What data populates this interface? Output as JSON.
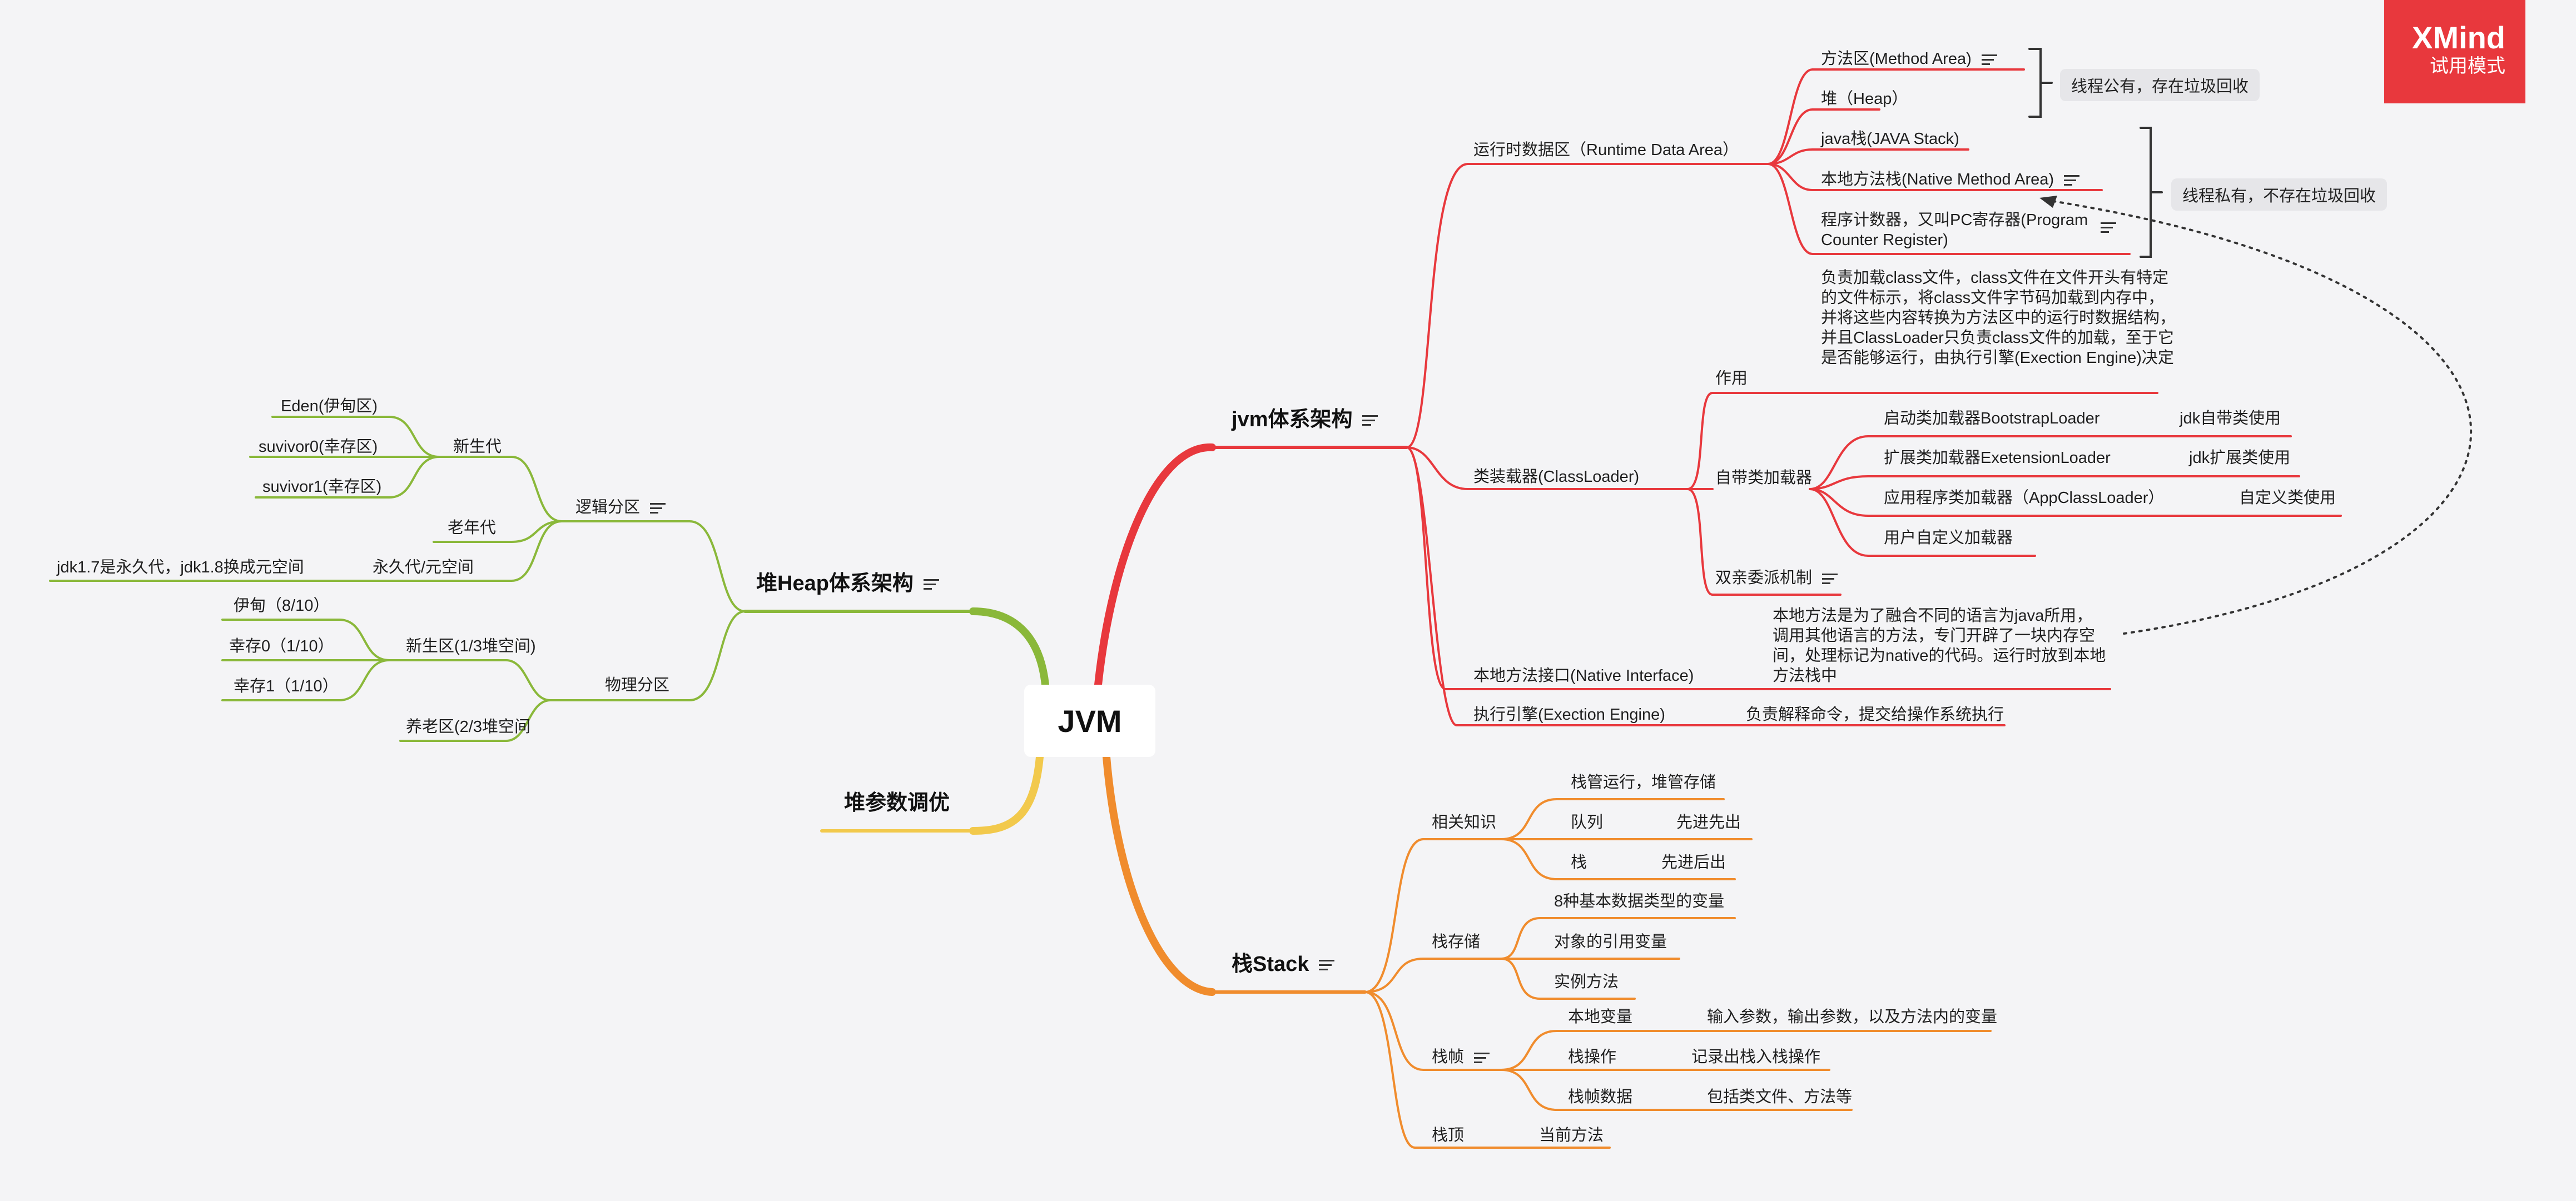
{
  "root": "JVM",
  "colors": {
    "red": "#e8383d",
    "green": "#8ab83a",
    "yellow": "#f2c94c",
    "orange": "#f08c2d"
  },
  "badge": {
    "logo": "XMind",
    "mode": "试用模式"
  },
  "jvm_arch": {
    "label": "jvm体系架构",
    "runtime": {
      "label": "运行时数据区（Runtime Data Area）",
      "items": [
        "方法区(Method Area)",
        "堆（Heap）",
        "java栈(JAVA Stack)",
        "本地方法栈(Native Method Area)",
        "程序计数器，又叫PC寄存器(Program Counter Register)"
      ],
      "shared_callout": "线程公有，存在垃圾回收",
      "private_callout": "线程私有，不存在垃圾回收"
    },
    "classloader": {
      "label": "类装载器(ClassLoader)",
      "role_label": "作用",
      "role_text": "负责加载class文件，class文件在文件开头有特定的文件标示，将class文件字节码加载到内存中，并将这些内容转换为方法区中的运行时数据结构，并且ClassLoader只负责class文件的加载，至于它是否能够运行，由执行引擎(Exection Engine)决定",
      "builtin_label": "自带类加载器",
      "builtin": [
        {
          "name": "启动类加载器BootstrapLoader",
          "desc": "jdk自带类使用"
        },
        {
          "name": "扩展类加载器ExetensionLoader",
          "desc": "jdk扩展类使用"
        },
        {
          "name": "应用程序类加载器（AppClassLoader）",
          "desc": "自定义类使用"
        },
        {
          "name": "用户自定义加载器",
          "desc": ""
        }
      ],
      "parent_delegation": "双亲委派机制"
    },
    "native_interface": {
      "label": "本地方法接口(Native Interface)",
      "text": "本地方法是为了融合不同的语言为java所用，调用其他语言的方法，专门开辟了一块内存空间，处理标记为native的代码。运行时放到本地方法栈中"
    },
    "engine": {
      "label": "执行引擎(Exection Engine)",
      "text": "负责解释命令，提交给操作系统执行"
    }
  },
  "stack": {
    "label": "栈Stack",
    "knowledge": {
      "label": "相关知识",
      "items": [
        {
          "name": "栈管运行，堆管存储",
          "desc": ""
        },
        {
          "name": "队列",
          "desc": "先进先出"
        },
        {
          "name": "栈",
          "desc": "先进后出"
        }
      ]
    },
    "storage": {
      "label": "栈存储",
      "items": [
        "8种基本数据类型的变量",
        "对象的引用变量",
        "实例方法"
      ]
    },
    "frame": {
      "label": "栈帧",
      "items": [
        {
          "name": "本地变量",
          "desc": "输入参数，输出参数，以及方法内的变量"
        },
        {
          "name": "栈操作",
          "desc": "记录出栈入栈操作"
        },
        {
          "name": "栈帧数据",
          "desc": "包括类文件、方法等"
        }
      ]
    },
    "top": {
      "label": "栈顶",
      "desc": "当前方法"
    }
  },
  "heap": {
    "label": "堆Heap体系架构",
    "logical": {
      "label": "逻辑分区",
      "young": {
        "label": "新生代",
        "items": [
          "Eden(伊甸区)",
          "suvivor0(幸存区)",
          "suvivor1(幸存区)"
        ]
      },
      "old": "老年代",
      "perm": {
        "label": "永久代/元空间",
        "desc": "jdk1.7是永久代，jdk1.8换成元空间"
      }
    },
    "physical": {
      "label": "物理分区",
      "young": {
        "label": "新生区(1/3堆空间)",
        "items": [
          "伊甸（8/10）",
          "幸存0（1/10）",
          "幸存1（1/10）"
        ]
      },
      "old": "养老区(2/3堆空间"
    }
  },
  "tuning": {
    "label": "堆参数调优"
  }
}
